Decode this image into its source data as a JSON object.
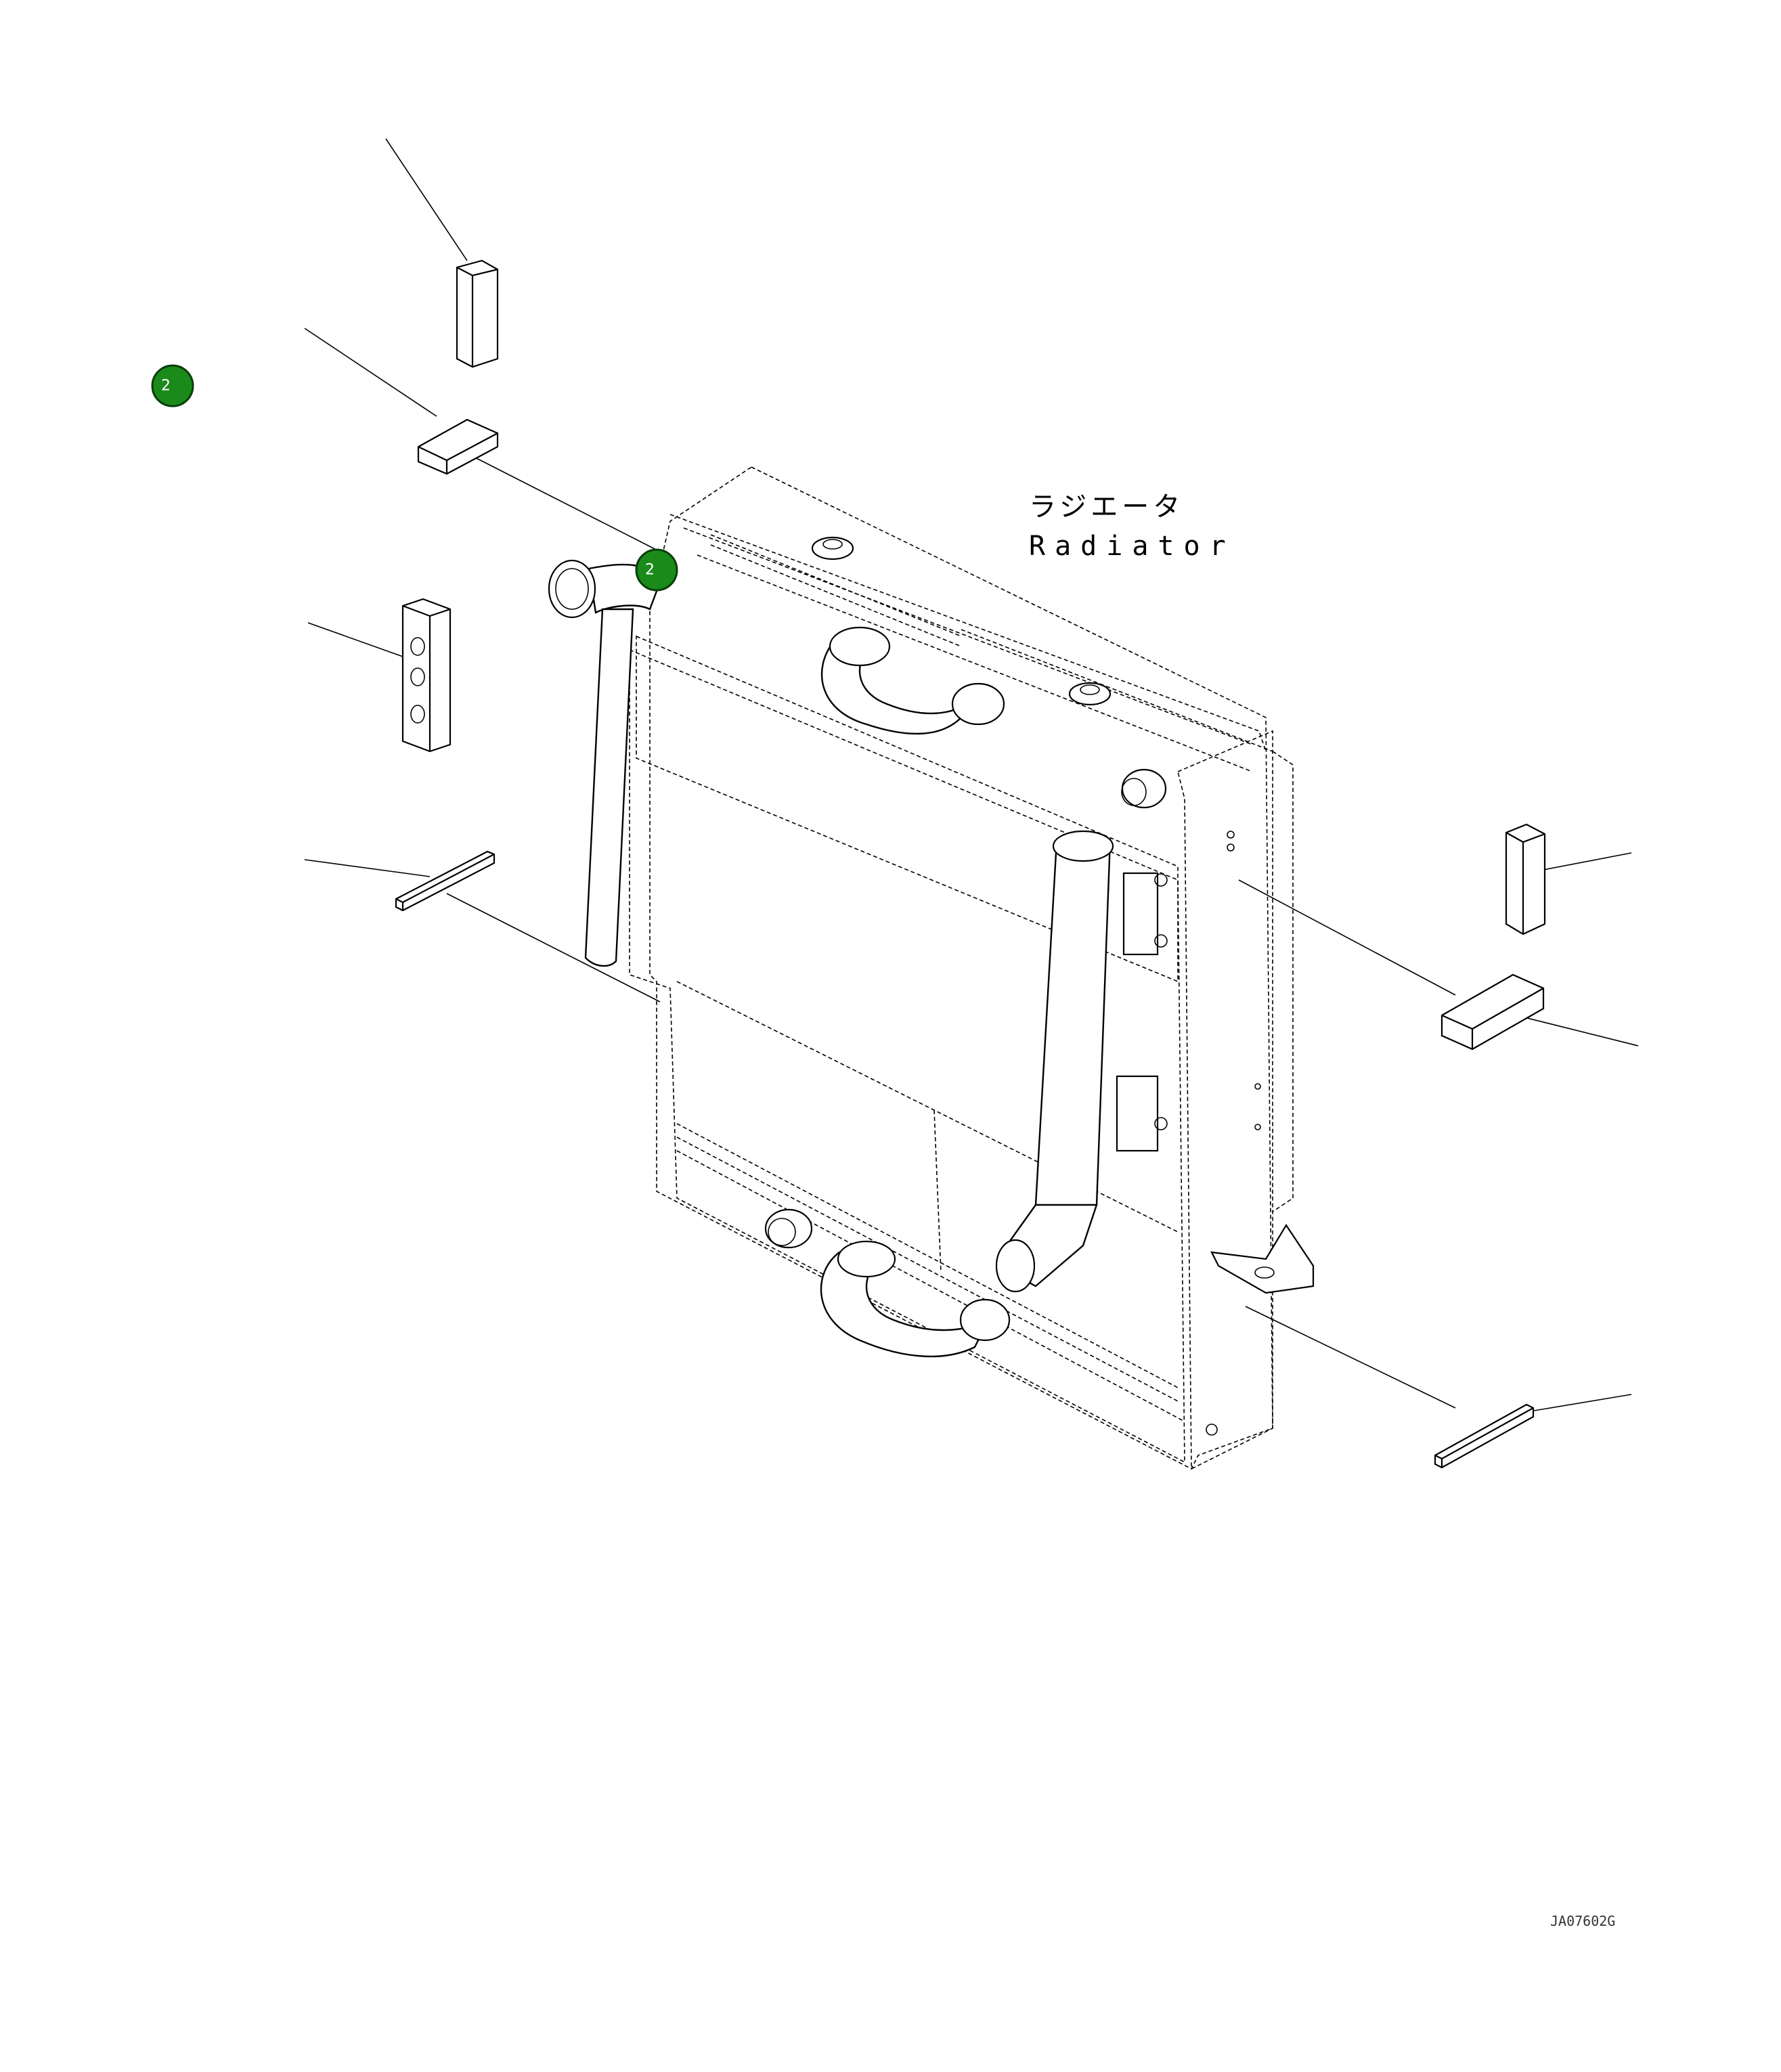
{
  "diagram": {
    "label_jp": "ラジエータ",
    "label_en": "Radiator",
    "drawing_code": "JA07602G",
    "callouts": [
      {
        "label": "2"
      },
      {
        "label": "2"
      }
    ],
    "colors": {
      "callout_fill": "#1a8a1a",
      "line": "#000000"
    }
  }
}
